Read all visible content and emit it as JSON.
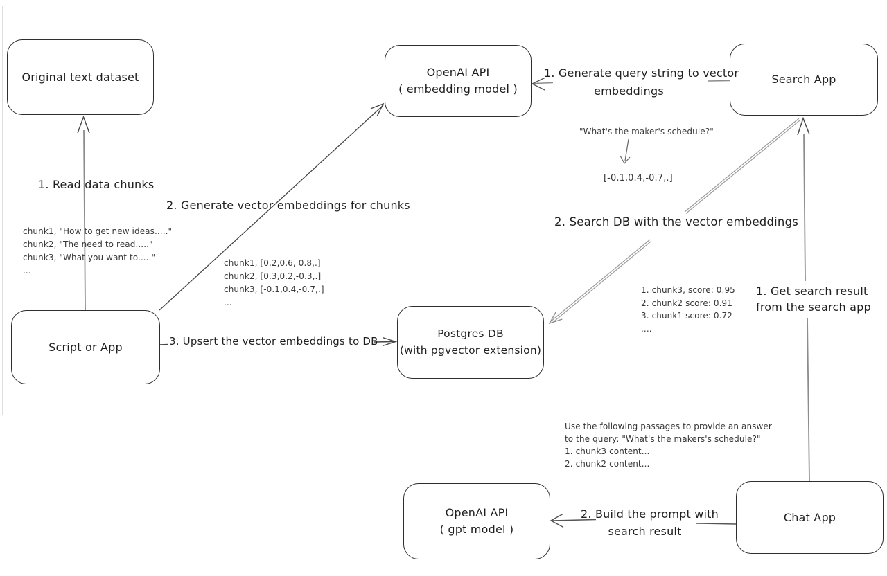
{
  "canvas": {
    "background": "#ffffff",
    "box_stroke": "#2e2e2e",
    "arrow_gray": "#8c8c8c",
    "arrow_dark": "#454545",
    "double_line_gray": "#9a9a9a",
    "text_color": "#1f1f1f",
    "annotation_color": "#383838"
  },
  "nodes": {
    "original_dataset": {
      "label": "Original text dataset"
    },
    "openai_embedding": {
      "line1": "OpenAI API",
      "line2": "( embedding model )"
    },
    "search_app": {
      "label": "Search App"
    },
    "script_or_app": {
      "label": "Script or App"
    },
    "postgres_db": {
      "line1": "Postgres DB",
      "line2": "(with pgvector extension)"
    },
    "openai_gpt": {
      "line1": "OpenAI API",
      "line2": "( gpt model )"
    },
    "chat_app": {
      "label": "Chat App"
    }
  },
  "edges": {
    "read_chunks": {
      "label": "1. Read data chunks"
    },
    "generate_embeddings": {
      "label": "2. Generate vector embeddings for chunks"
    },
    "upsert": {
      "label": "3. Upsert the vector embeddings to DB"
    },
    "query_to_vector": {
      "line1": "1. Generate query string to vector",
      "line2": "embeddings"
    },
    "search_db": {
      "label": "2. Search DB with the vector embeddings"
    },
    "get_search_result": {
      "line1": "1. Get search result",
      "line2": "from the search app"
    },
    "build_prompt": {
      "line1": "2. Build the prompt with",
      "line2": "search result"
    }
  },
  "annotations": {
    "chunk_texts": {
      "line1": "chunk1, \"How to get new ideas.....\"",
      "line2": "chunk2, \"The need to read.....\"",
      "line3": "chunk3, \"What you want to.....\"",
      "line4": "..."
    },
    "chunk_vectors": {
      "line1": "chunk1, [0.2,0.6, 0.8,.]",
      "line2": "chunk2, [0.3,0.2,-0.3,.]",
      "line3": "chunk3, [-0.1,0.4,-0.7,.]",
      "line4": "..."
    },
    "query_example": "\"What's the maker's schedule?\"",
    "query_vector": "[-0.1,0.4,-0.7,.]",
    "search_scores": {
      "line1": "1. chunk3, score: 0.95",
      "line2": "2. chunk2 score: 0.91",
      "line3": "3. chunk1 score: 0.72",
      "line4": "...."
    },
    "prompt": {
      "line1": "Use the following passages to provide an answer",
      "line2": "to the query: \"What's the makers's schedule?\"",
      "line3": "1. chunk3 content...",
      "line4": "2. chunk2 content..."
    }
  }
}
